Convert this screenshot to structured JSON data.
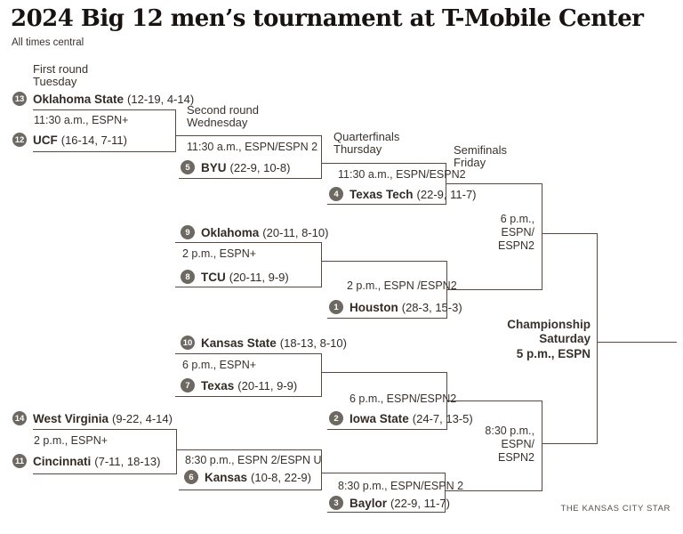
{
  "header": {
    "title": "2024 Big 12 men’s tournament at T-Mobile Center",
    "subtitle": "All times central",
    "credit": "THE KANSAS CITY STAR"
  },
  "colors": {
    "accent_line": "#57493f",
    "seed_circle": "#6e6862",
    "seed_number": "#ffffff",
    "text": "#3a322c",
    "title_text": "#181210"
  },
  "bracket": {
    "first_round": {
      "label": "First round",
      "day": "Tuesday",
      "games": [
        {
          "time": "11:30 a.m., ESPN+",
          "top": {
            "seed": "13",
            "name": "Oklahoma State",
            "record": "(12-19, 4-14)"
          },
          "bottom": {
            "seed": "12",
            "name": "UCF",
            "record": "(16-14, 7-11)"
          }
        },
        {
          "time": "2 p.m., ESPN+",
          "top": {
            "seed": "14",
            "name": "West Virginia",
            "record": "(9-22, 4-14)"
          },
          "bottom": {
            "seed": "11",
            "name": "Cincinnati",
            "record": "(7-11, 18-13)"
          }
        }
      ]
    },
    "second_round": {
      "label": "Second round",
      "day": "Wednesday",
      "games": [
        {
          "time": "11:30 a.m., ESPN/ESPN 2",
          "team": {
            "seed": "5",
            "name": "BYU",
            "record": "(22-9, 10-8)"
          }
        },
        {
          "time": "2 p.m., ESPN+",
          "top": {
            "seed": "9",
            "name": "Oklahoma",
            "record": "(20-11, 8-10)"
          },
          "bottom": {
            "seed": "8",
            "name": "TCU",
            "record": "(20-11, 9-9)"
          }
        },
        {
          "time": "6 p.m., ESPN+",
          "top": {
            "seed": "10",
            "name": "Kansas State",
            "record": "(18-13, 8-10)"
          },
          "bottom": {
            "seed": "7",
            "name": "Texas",
            "record": "(20-11, 9-9)"
          }
        },
        {
          "time": "8:30 p.m., ESPN 2/ESPN U",
          "team": {
            "seed": "6",
            "name": "Kansas",
            "record": "(10-8, 22-9)"
          }
        }
      ]
    },
    "quarterfinals": {
      "label": "Quarterfinals",
      "day": "Thursday",
      "games": [
        {
          "time": "11:30 a.m., ESPN/ESPN2",
          "team": {
            "seed": "4",
            "name": "Texas Tech",
            "record": "(22-9, 11-7)"
          }
        },
        {
          "time": "2 p.m., ESPN /ESPN2",
          "team": {
            "seed": "1",
            "name": "Houston",
            "record": "(28-3, 15-3)"
          }
        },
        {
          "time": "6 p.m., ESPN/ESPN2",
          "team": {
            "seed": "2",
            "name": "Iowa State",
            "record": "(24-7, 13-5)"
          }
        },
        {
          "time": "8:30 p.m., ESPN/ESPN 2",
          "team": {
            "seed": "3",
            "name": "Baylor",
            "record": "(22-9, 11-7)"
          }
        }
      ]
    },
    "semifinals": {
      "label": "Semifinals",
      "day": "Friday",
      "games": [
        {
          "time_lines": [
            "6 p.m.,",
            "ESPN/",
            "ESPN2"
          ]
        },
        {
          "time_lines": [
            "8:30 p.m.,",
            "ESPN/",
            "ESPN2"
          ]
        }
      ]
    },
    "championship": {
      "lines": [
        "Championship",
        "Saturday",
        "5 p.m., ESPN"
      ]
    }
  }
}
